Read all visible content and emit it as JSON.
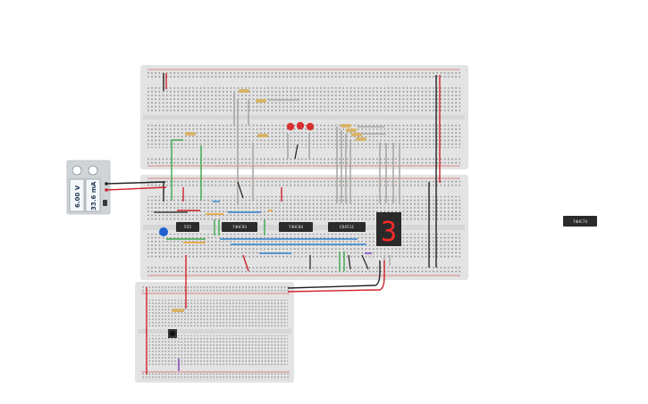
{
  "workspace": {
    "chips": {
      "chip_555": "555",
      "chip_a": "74HC93",
      "chip_b": "74HC04",
      "chip_c": "CD4511",
      "chip_loose": "74HC74"
    },
    "multimeter": {
      "voltage": "6.00 V",
      "current": "33.6 mA"
    },
    "seven_segment": {
      "digit": "3",
      "color": "#ff2a2a"
    },
    "colors": {
      "breadboard": "#e3e3e3",
      "power_rail_red": "#d42a2a",
      "wire_black": "#222222",
      "wire_red": "#d0212b",
      "wire_green": "#3aa84a",
      "wire_blue": "#2f80d0",
      "led_red": "#d83030"
    }
  }
}
